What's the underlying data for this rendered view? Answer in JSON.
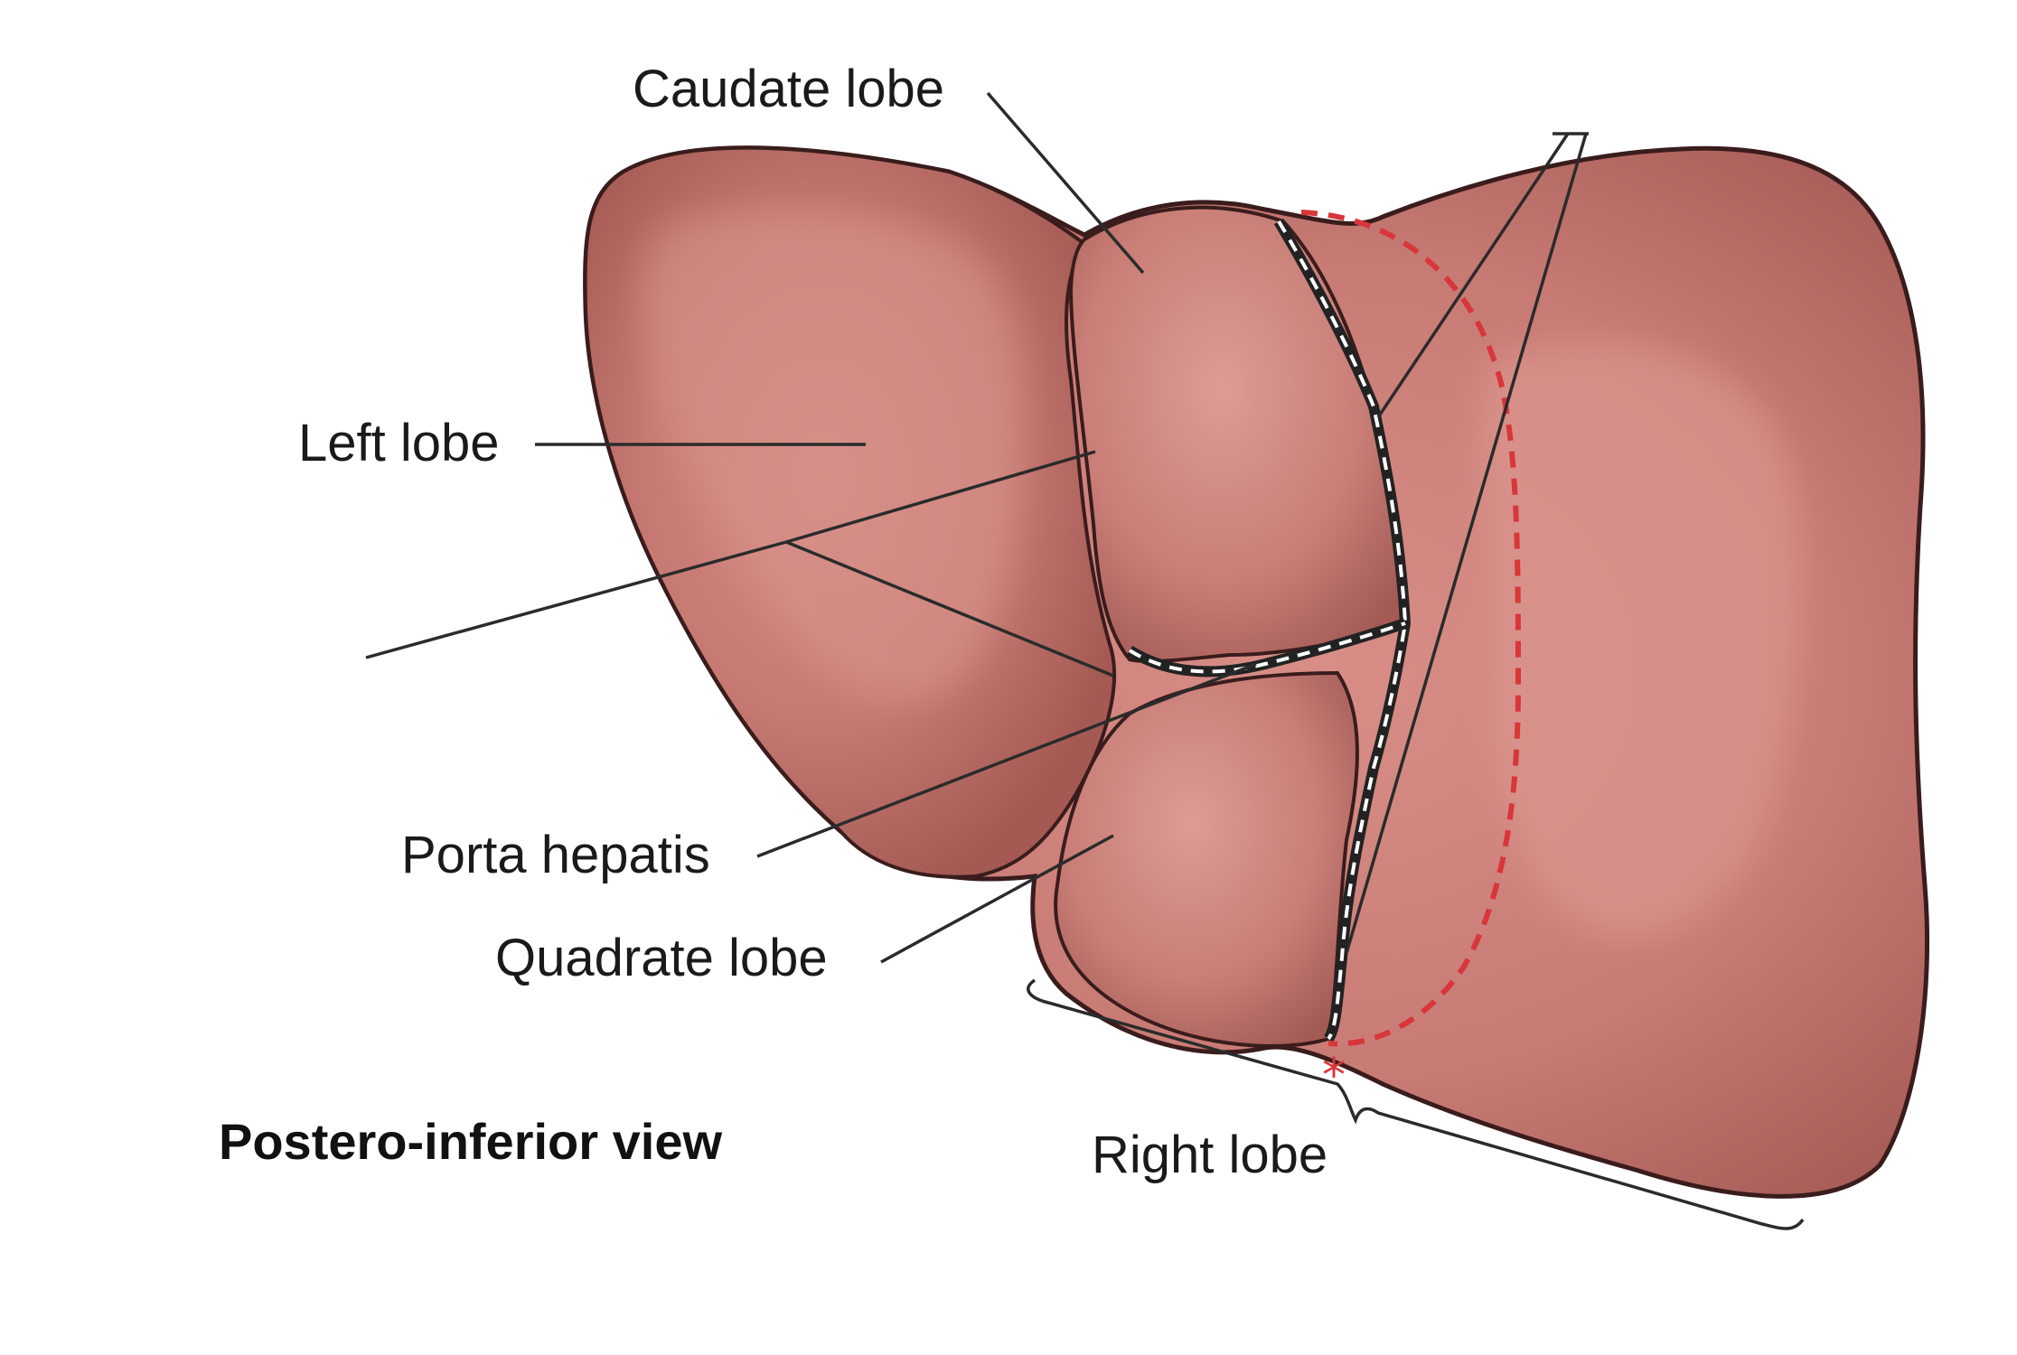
{
  "labels": {
    "caudate_lobe": "Caudate lobe",
    "left_lobe": "Left lobe",
    "porta_hepatis": "Porta hepatis",
    "quadrate_lobe": "Quadrate lobe",
    "right_lobe": "Right lobe",
    "view": "Postero-inferior view",
    "marker": "*"
  },
  "colors": {
    "liver_base": "#c57a74",
    "liver_dark": "#8e4a47",
    "liver_light": "#e3aaa3",
    "outline": "#3a1c1c",
    "leader": "#2b2b2b",
    "dashed_red": "#d8363a",
    "marker": "#d8363a"
  }
}
